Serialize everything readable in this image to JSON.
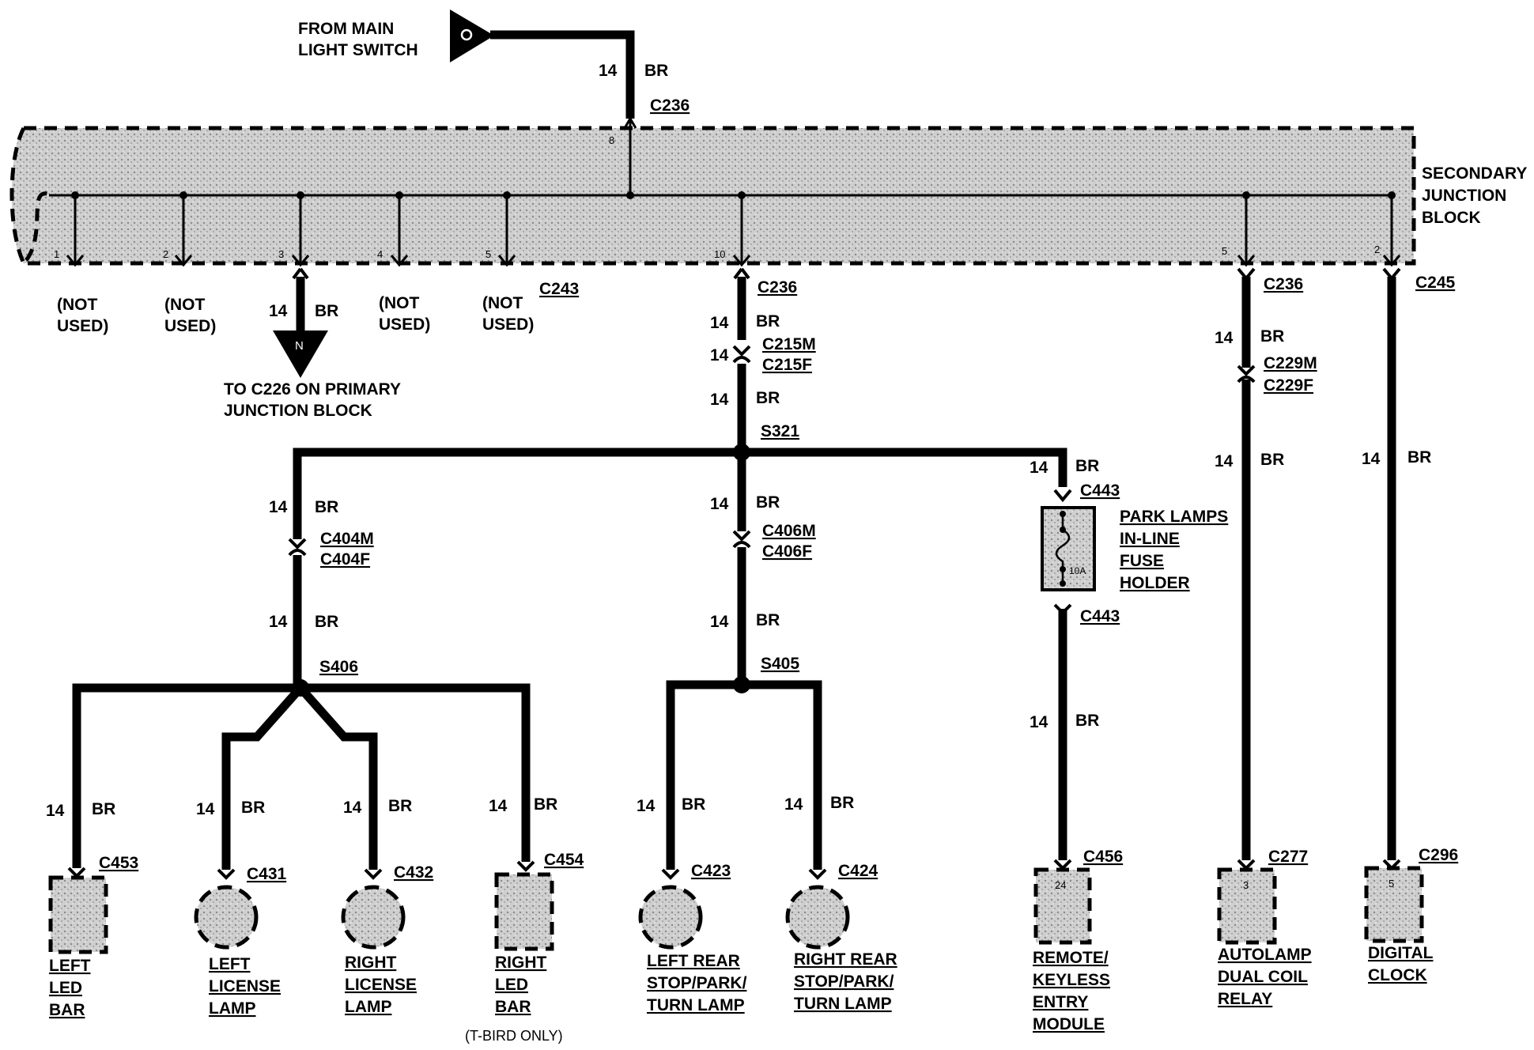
{
  "source": {
    "line1": "FROM MAIN",
    "line2": "LIGHT SWITCH",
    "symbol": "o"
  },
  "secondary_block": {
    "line1": "SECONDARY",
    "line2": "JUNCTION",
    "line3": "BLOCK",
    "top_connector": "C236",
    "top_pin": "8"
  },
  "wire": {
    "gauge": "14",
    "color": "BR"
  },
  "c243": {
    "connector": "C243",
    "pins": [
      "1",
      "2",
      "3",
      "4",
      "5"
    ],
    "not_used_line1": "(NOT",
    "not_used_line2": "USED)"
  },
  "primary_out": {
    "symbol": "N",
    "line1": "TO C226 ON PRIMARY",
    "line2": "JUNCTION BLOCK"
  },
  "pins_right": {
    "c236_a": "10",
    "c236_b": "5",
    "c245": "2"
  },
  "connectors": {
    "c236_1": "C236",
    "c215m": "C215M",
    "c215f": "C215F",
    "s321": "S321",
    "c404m": "C404M",
    "c404f": "C404F",
    "s406": "S406",
    "c406m": "C406M",
    "c406f": "C406F",
    "s405": "S405",
    "c443a": "C443",
    "c443b": "C443",
    "c456": "C456",
    "c236_2": "C236",
    "c229m": "C229M",
    "c229f": "C229F",
    "c277": "C277",
    "c245": "C245",
    "c296": "C296",
    "c453": "C453",
    "c431": "C431",
    "c432": "C432",
    "c454": "C454",
    "c423": "C423",
    "c424": "C424"
  },
  "fuse": {
    "line1": "PARK LAMPS",
    "line2": "IN-LINE",
    "line3": "FUSE",
    "line4": "HOLDER",
    "rating": "10A"
  },
  "components": {
    "left_led": [
      "LEFT",
      "LED",
      "BAR"
    ],
    "left_license": [
      "LEFT",
      "LICENSE",
      "LAMP"
    ],
    "right_license": [
      "RIGHT",
      "LICENSE",
      "LAMP"
    ],
    "right_led": [
      "RIGHT",
      "LED",
      "BAR"
    ],
    "right_led_note": "(T-BIRD ONLY)",
    "left_rear": [
      "LEFT REAR",
      "STOP/PARK/",
      "TURN LAMP"
    ],
    "right_rear": [
      "RIGHT REAR",
      "STOP/PARK/",
      "TURN LAMP"
    ],
    "rke": [
      "REMOTE/",
      "KEYLESS",
      "ENTRY",
      "MODULE"
    ],
    "rke_pin": "24",
    "autolamp": [
      "AUTOLAMP",
      "DUAL COIL",
      "RELAY"
    ],
    "autolamp_pin": "3",
    "clock": [
      "DIGITAL",
      "CLOCK"
    ],
    "clock_pin": "5"
  }
}
